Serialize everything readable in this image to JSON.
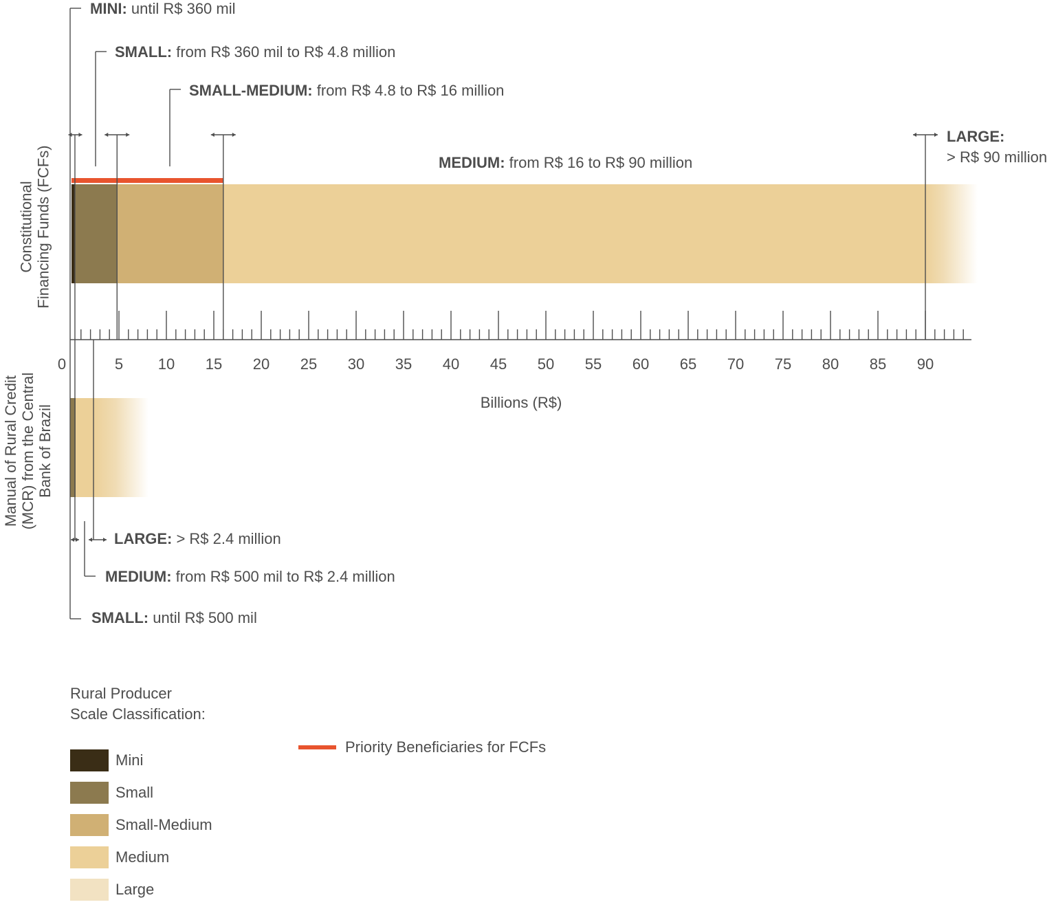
{
  "chart_data": {
    "type": "bar",
    "xlabel": "Billions (R$)",
    "x_ticks": [
      0,
      5,
      10,
      15,
      20,
      25,
      30,
      35,
      40,
      45,
      50,
      55,
      60,
      65,
      70,
      75,
      80,
      85,
      90
    ],
    "xlim": [
      0,
      95
    ],
    "rows": [
      {
        "label_lines": [
          "Constitutional",
          "Financing Funds  (FCFs)"
        ],
        "segments": [
          {
            "class": "Mini",
            "from": 0,
            "to": 0.36
          },
          {
            "class": "Small",
            "from": 0.36,
            "to": 4.8
          },
          {
            "class": "Small-Medium",
            "from": 4.8,
            "to": 16
          },
          {
            "class": "Medium",
            "from": 16,
            "to": 90
          },
          {
            "class": "Large",
            "from": 90,
            "to": 95
          }
        ],
        "priority_range": [
          0,
          16
        ],
        "annotations": [
          {
            "bold": "MINI:",
            "text": " until R$ 360 mil"
          },
          {
            "bold": "SMALL:",
            "text": " from R$ 360 mil to R$ 4.8 million"
          },
          {
            "bold": "SMALL-MEDIUM:",
            "text": " from R$ 4.8 to R$ 16 million"
          },
          {
            "bold": "MEDIUM:",
            "text": " from R$ 16 to R$ 90 million"
          },
          {
            "bold": "LARGE:",
            "text": "> R$ 90 million"
          }
        ]
      },
      {
        "label_lines": [
          "Manual of Rural Credit",
          "(MCR) from the Central",
          "Bank of Brazil"
        ],
        "segments": [
          {
            "class": "Small",
            "from": 0,
            "to": 0.5
          },
          {
            "class": "Medium",
            "from": 0.5,
            "to": 2.4
          },
          {
            "class": "Large",
            "from": 2.4,
            "to": 8
          }
        ],
        "annotations": [
          {
            "bold": "LARGE:",
            "text": " > R$ 2.4 million"
          },
          {
            "bold": "MEDIUM:",
            "text": " from R$ 500 mil to R$ 2.4 million"
          },
          {
            "bold": "SMALL:",
            "text": " until R$ 500 mil"
          }
        ]
      }
    ]
  },
  "legend": {
    "title_line1": "Rural Producer",
    "title_line2": "Scale Classification:",
    "items": [
      {
        "label": "Mini",
        "color": "#3a2d16"
      },
      {
        "label": "Small",
        "color": "#8c7a4f"
      },
      {
        "label": "Small-Medium",
        "color": "#d0b074"
      },
      {
        "label": "Medium",
        "color": "#ecd098"
      },
      {
        "label": "Large",
        "color": "#f2e2c2"
      }
    ],
    "priority_label": "Priority Beneficiaries for FCFs",
    "priority_color": "#e8542e"
  }
}
